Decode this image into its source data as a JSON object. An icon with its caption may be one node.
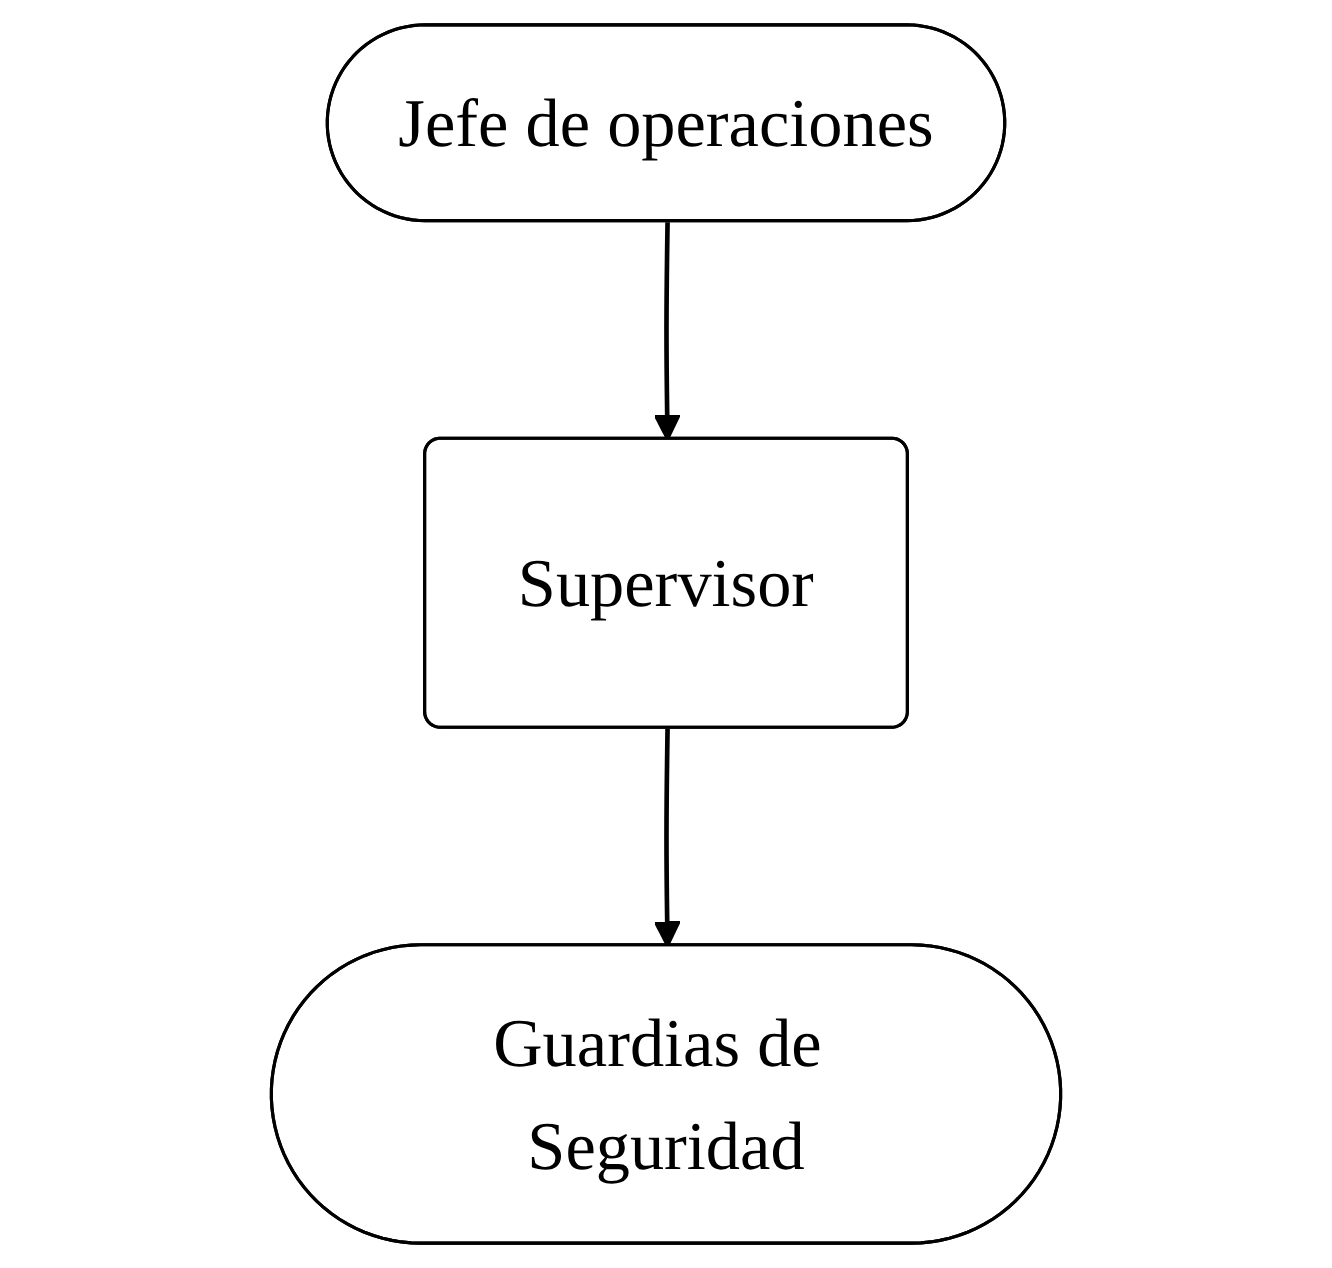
{
  "diagram": {
    "nodes": [
      {
        "text": [
          "Jefe de operaciones"
        ]
      },
      {
        "text": [
          "Supervisor"
        ]
      },
      {
        "text": [
          "Guardias de Seguridad"
        ]
      }
    ],
    "edges": [
      {
        "from": 0,
        "to": 1,
        "arrow": "to"
      },
      {
        "from": 1,
        "to": 2,
        "arrow": "to"
      }
    ]
  }
}
